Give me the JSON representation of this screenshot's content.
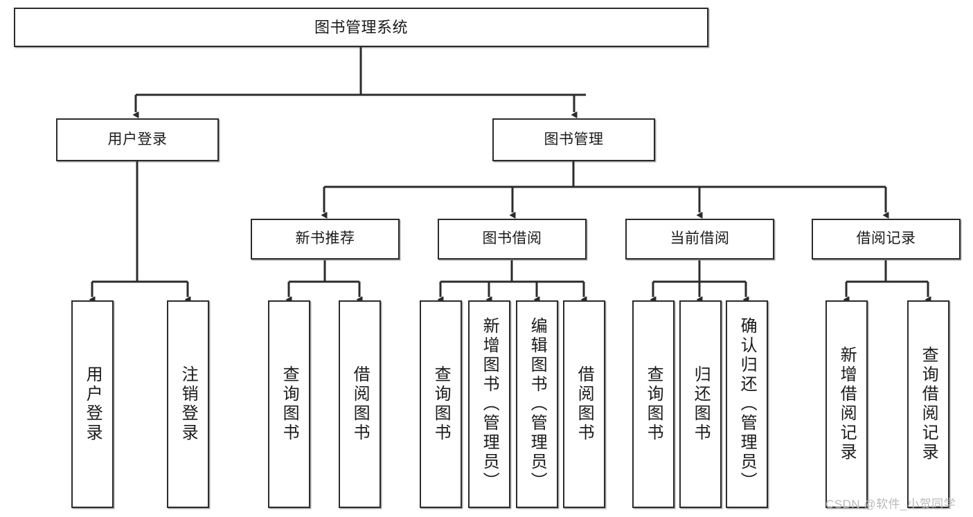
{
  "diagram": {
    "title": "图书管理系统",
    "watermark": "CSDN @软件_小贺同学",
    "style": {
      "box_border_color": "#2b2b2b",
      "box_fill": "#ffffff",
      "line_color": "#2b2b2b",
      "text_color": "#1a1a1a",
      "watermark_color": "#b9b9b9",
      "background": "#ffffff"
    },
    "levels": {
      "level1": "root",
      "level2": "modules",
      "level3": "submodules",
      "level4": "functions"
    },
    "nodes": {
      "root": {
        "label": "图书管理系统"
      },
      "user_login": {
        "label": "用户登录"
      },
      "book_manage": {
        "label": "图书管理"
      },
      "new_book_recommend": {
        "label": "新书推荐"
      },
      "book_borrow": {
        "label": "图书借阅"
      },
      "current_borrow": {
        "label": "当前借阅"
      },
      "borrow_record": {
        "label": "借阅记录"
      },
      "leaf_user_login": {
        "label": "用户登录"
      },
      "leaf_logout": {
        "label": "注销登录"
      },
      "leaf_query_book_1": {
        "label": "查询图书"
      },
      "leaf_borrow_book_1": {
        "label": "借阅图书"
      },
      "leaf_query_book_2": {
        "label": "查询图书"
      },
      "leaf_add_book_admin": {
        "label": "新增图书（管理员）"
      },
      "leaf_edit_book_admin": {
        "label": "编辑图书（管理员）"
      },
      "leaf_borrow_book_2": {
        "label": "借阅图书"
      },
      "leaf_query_book_3": {
        "label": "查询图书"
      },
      "leaf_return_book": {
        "label": "归还图书"
      },
      "leaf_confirm_return_admin": {
        "label": "确认归还（管理员）"
      },
      "leaf_add_borrow_record": {
        "label": "新增借阅记录"
      },
      "leaf_query_borrow_record": {
        "label": "查询借阅记录"
      }
    },
    "edges": [
      {
        "from": "root",
        "to": "user_login"
      },
      {
        "from": "root",
        "to": "book_manage"
      },
      {
        "from": "user_login",
        "to": "leaf_user_login"
      },
      {
        "from": "user_login",
        "to": "leaf_logout"
      },
      {
        "from": "book_manage",
        "to": "new_book_recommend"
      },
      {
        "from": "book_manage",
        "to": "book_borrow"
      },
      {
        "from": "book_manage",
        "to": "current_borrow"
      },
      {
        "from": "book_manage",
        "to": "borrow_record"
      },
      {
        "from": "new_book_recommend",
        "to": "leaf_query_book_1"
      },
      {
        "from": "new_book_recommend",
        "to": "leaf_borrow_book_1"
      },
      {
        "from": "book_borrow",
        "to": "leaf_query_book_2"
      },
      {
        "from": "book_borrow",
        "to": "leaf_add_book_admin"
      },
      {
        "from": "book_borrow",
        "to": "leaf_edit_book_admin"
      },
      {
        "from": "book_borrow",
        "to": "leaf_borrow_book_2"
      },
      {
        "from": "current_borrow",
        "to": "leaf_query_book_3"
      },
      {
        "from": "current_borrow",
        "to": "leaf_return_book"
      },
      {
        "from": "current_borrow",
        "to": "leaf_confirm_return_admin"
      },
      {
        "from": "borrow_record",
        "to": "leaf_add_borrow_record"
      },
      {
        "from": "borrow_record",
        "to": "leaf_query_borrow_record"
      }
    ]
  }
}
